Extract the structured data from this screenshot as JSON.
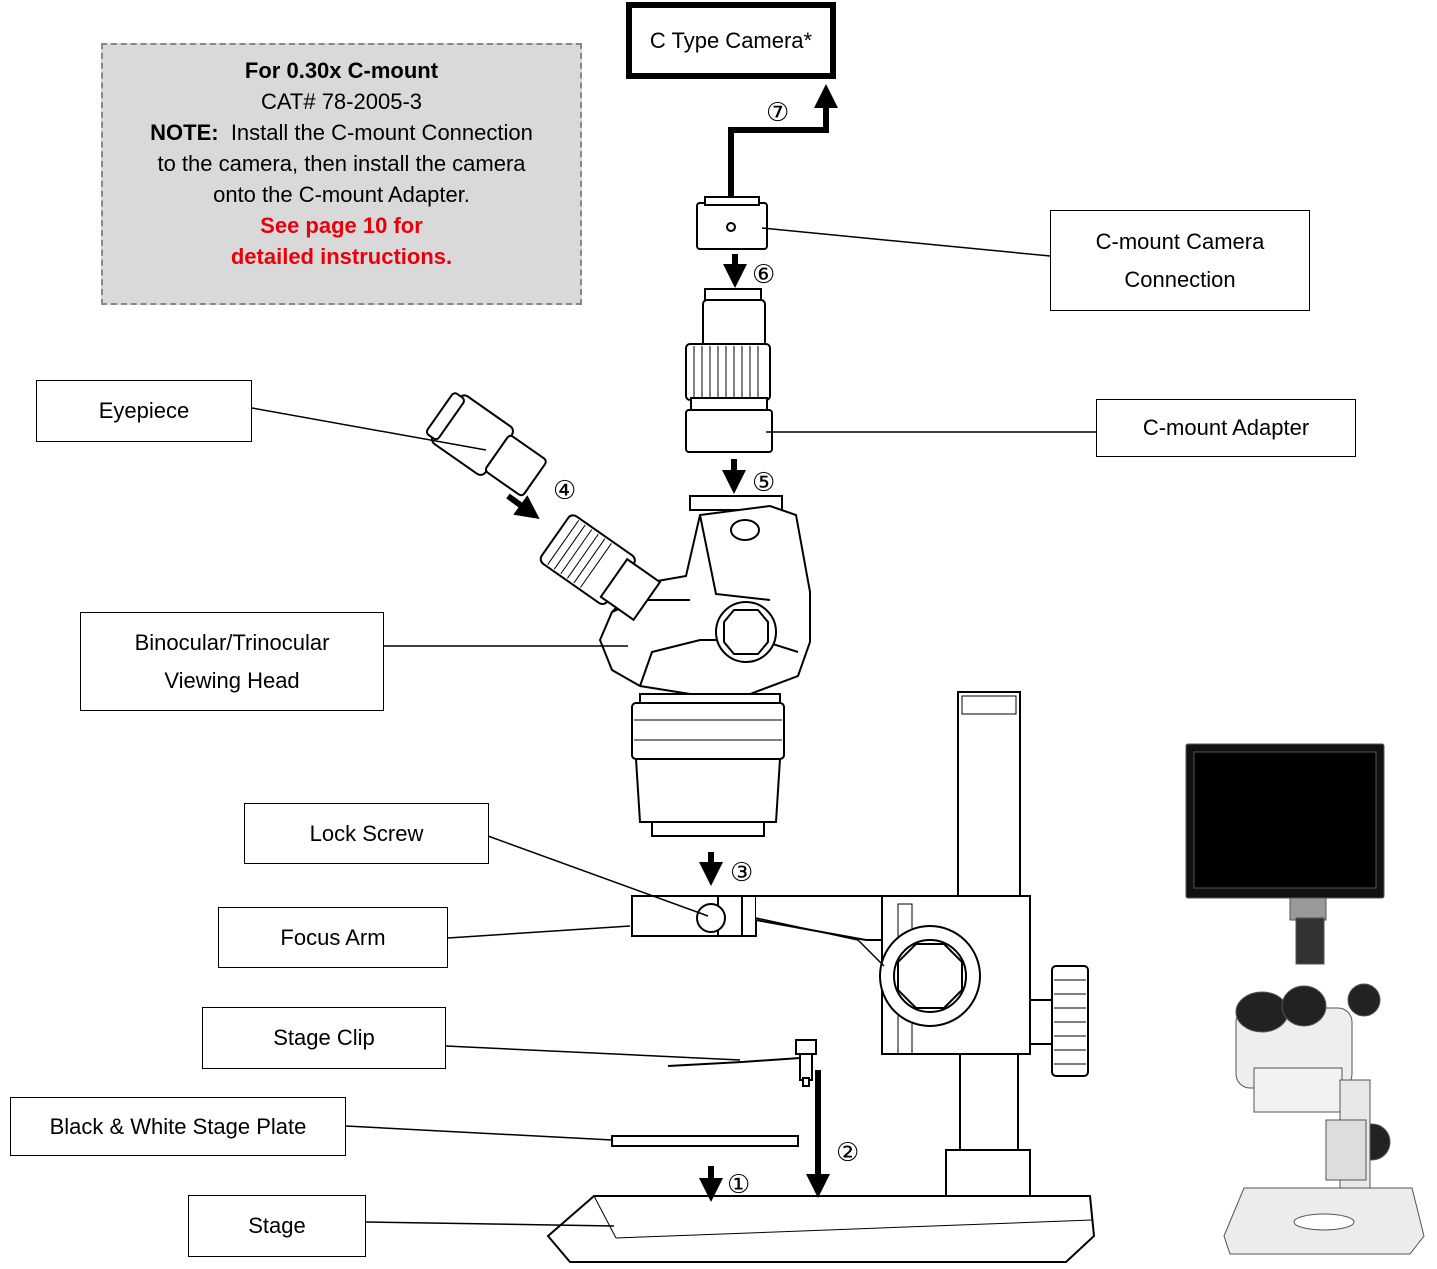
{
  "note": {
    "title": "For 0.30x C-mount",
    "cat": "CAT# 78-2005-3",
    "note_label": "NOTE:",
    "note_line1": "Install the C-mount Connection",
    "note_line2": "to the camera, then install the camera",
    "note_line3": "onto the C-mount Adapter.",
    "red_line1": "See page 10 for",
    "red_line2": "detailed instructions."
  },
  "labels": {
    "camera": "C Type Camera*",
    "connection_1": "C-mount Camera",
    "connection_2": "Connection",
    "adapter": "C-mount Adapter",
    "eyepiece": "Eyepiece",
    "head_1": "Binocular/Trinocular",
    "head_2": "Viewing Head",
    "lock_screw": "Lock Screw",
    "focus_arm": "Focus Arm",
    "stage_clip": "Stage Clip",
    "stage_plate": "Black & White Stage Plate",
    "stage": "Stage"
  },
  "steps": [
    "①",
    "②",
    "③",
    "④",
    "⑤",
    "⑥",
    "⑦"
  ],
  "colors": {
    "note_bg": "#d9d9d9",
    "warning_red": "#e8000b",
    "line": "#000000"
  }
}
